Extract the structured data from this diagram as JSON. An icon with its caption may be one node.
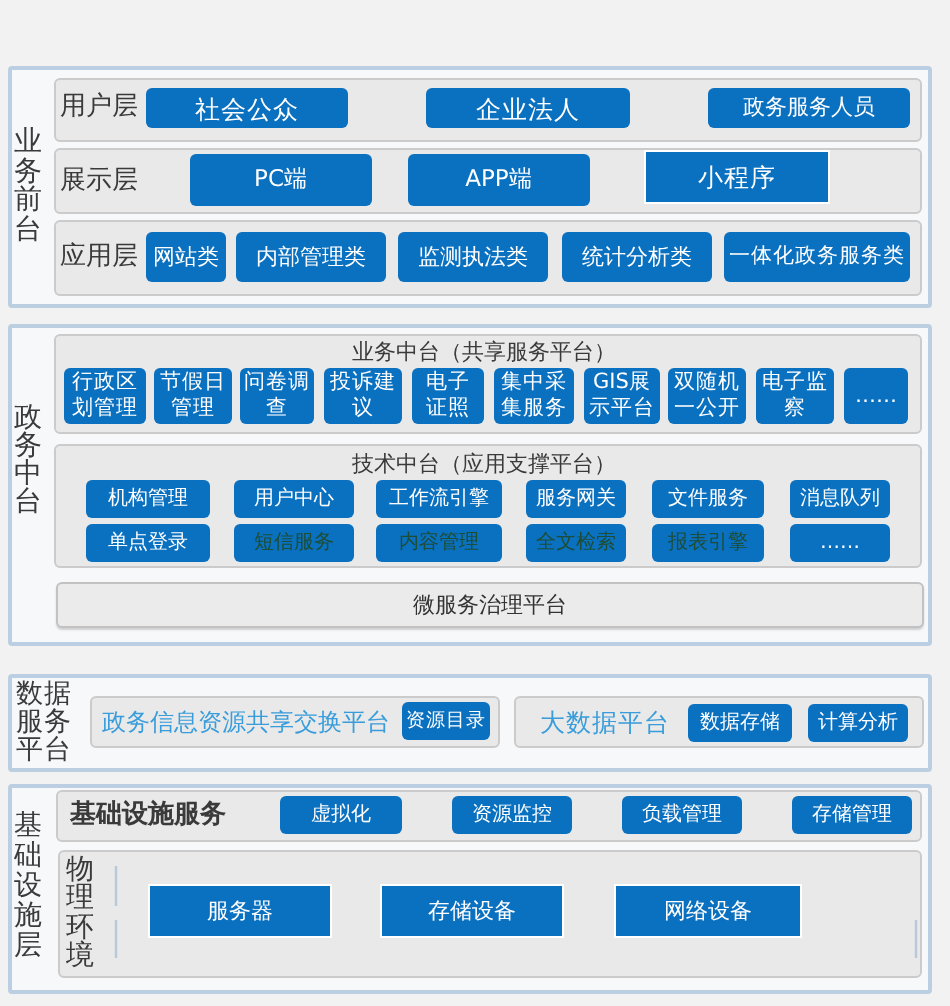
{
  "diagram": {
    "nodes": [
      {
        "text": [
          "业务前台"
        ]
      },
      {
        "text": [
          "用户层"
        ],
        "in": 0
      },
      {
        "text": [
          "社会公众"
        ],
        "in": 1
      },
      {
        "text": [
          "企业法人"
        ],
        "in": 1
      },
      {
        "text": [
          "政务服务人员"
        ],
        "in": 1
      },
      {
        "text": [
          "展示层"
        ],
        "in": 0
      },
      {
        "text": [
          "PC端"
        ],
        "in": 5
      },
      {
        "text": [
          "APP端"
        ],
        "in": 5
      },
      {
        "text": [
          "小程序"
        ],
        "in": 5
      },
      {
        "text": [
          "应用层"
        ],
        "in": 0
      },
      {
        "text": [
          "网站类"
        ],
        "in": 9
      },
      {
        "text": [
          "内部管理类"
        ],
        "in": 9
      },
      {
        "text": [
          "监测执法类"
        ],
        "in": 9
      },
      {
        "text": [
          "统计分析类"
        ],
        "in": 9
      },
      {
        "text": [
          "一体化政务服务类"
        ],
        "in": 9
      },
      {
        "text": [
          "政务中台"
        ]
      },
      {
        "text": [
          "业务中台（共享服务平台）"
        ],
        "in": 15
      },
      {
        "text": [
          "行政区划管理"
        ],
        "in": 16
      },
      {
        "text": [
          "节假日管理"
        ],
        "in": 16
      },
      {
        "text": [
          "问卷调查"
        ],
        "in": 16
      },
      {
        "text": [
          "投诉建议"
        ],
        "in": 16
      },
      {
        "text": [
          "电子证照"
        ],
        "in": 16
      },
      {
        "text": [
          "集中采集服务"
        ],
        "in": 16
      },
      {
        "text": [
          "GIS展示平台"
        ],
        "in": 16
      },
      {
        "text": [
          "双随机一公开"
        ],
        "in": 16
      },
      {
        "text": [
          "电子监察"
        ],
        "in": 16
      },
      {
        "text": [
          "……"
        ],
        "in": 16
      },
      {
        "text": [
          "技术中台（应用支撑平台）"
        ],
        "in": 15
      },
      {
        "text": [
          "机构管理"
        ],
        "in": 27
      },
      {
        "text": [
          "用户中心"
        ],
        "in": 27
      },
      {
        "text": [
          "工作流引擎"
        ],
        "in": 27
      },
      {
        "text": [
          "服务网关"
        ],
        "in": 27
      },
      {
        "text": [
          "文件服务"
        ],
        "in": 27
      },
      {
        "text": [
          "消息队列"
        ],
        "in": 27
      },
      {
        "text": [
          "单点登录"
        ],
        "in": 27
      },
      {
        "text": [
          "短信服务"
        ],
        "in": 27
      },
      {
        "text": [
          "内容管理"
        ],
        "in": 27
      },
      {
        "text": [
          "全文检索"
        ],
        "in": 27
      },
      {
        "text": [
          "报表引擎"
        ],
        "in": 27
      },
      {
        "text": [
          "……"
        ],
        "in": 27
      },
      {
        "text": [
          "微服务治理平台"
        ],
        "in": 15
      },
      {
        "text": [
          "数据服务平台"
        ]
      },
      {
        "text": [
          "政务信息资源共享交换平台"
        ],
        "in": 41
      },
      {
        "text": [
          "资源目录"
        ],
        "in": 42
      },
      {
        "text": [
          "大数据平台"
        ],
        "in": 41
      },
      {
        "text": [
          "数据存储"
        ],
        "in": 44
      },
      {
        "text": [
          "计算分析"
        ],
        "in": 44
      },
      {
        "text": [
          "基础设施层"
        ]
      },
      {
        "text": [
          "基础设施服务"
        ],
        "in": 47
      },
      {
        "text": [
          "虚拟化"
        ],
        "in": 48
      },
      {
        "text": [
          "资源监控"
        ],
        "in": 48
      },
      {
        "text": [
          "负载管理"
        ],
        "in": 48
      },
      {
        "text": [
          "存储管理"
        ],
        "in": 48
      },
      {
        "text": [
          "物理环境"
        ],
        "in": 47
      },
      {
        "text": [
          "服务器"
        ],
        "in": 53
      },
      {
        "text": [
          "存储设备"
        ],
        "in": 53
      },
      {
        "text": [
          "网络设备"
        ],
        "in": 53
      }
    ]
  }
}
